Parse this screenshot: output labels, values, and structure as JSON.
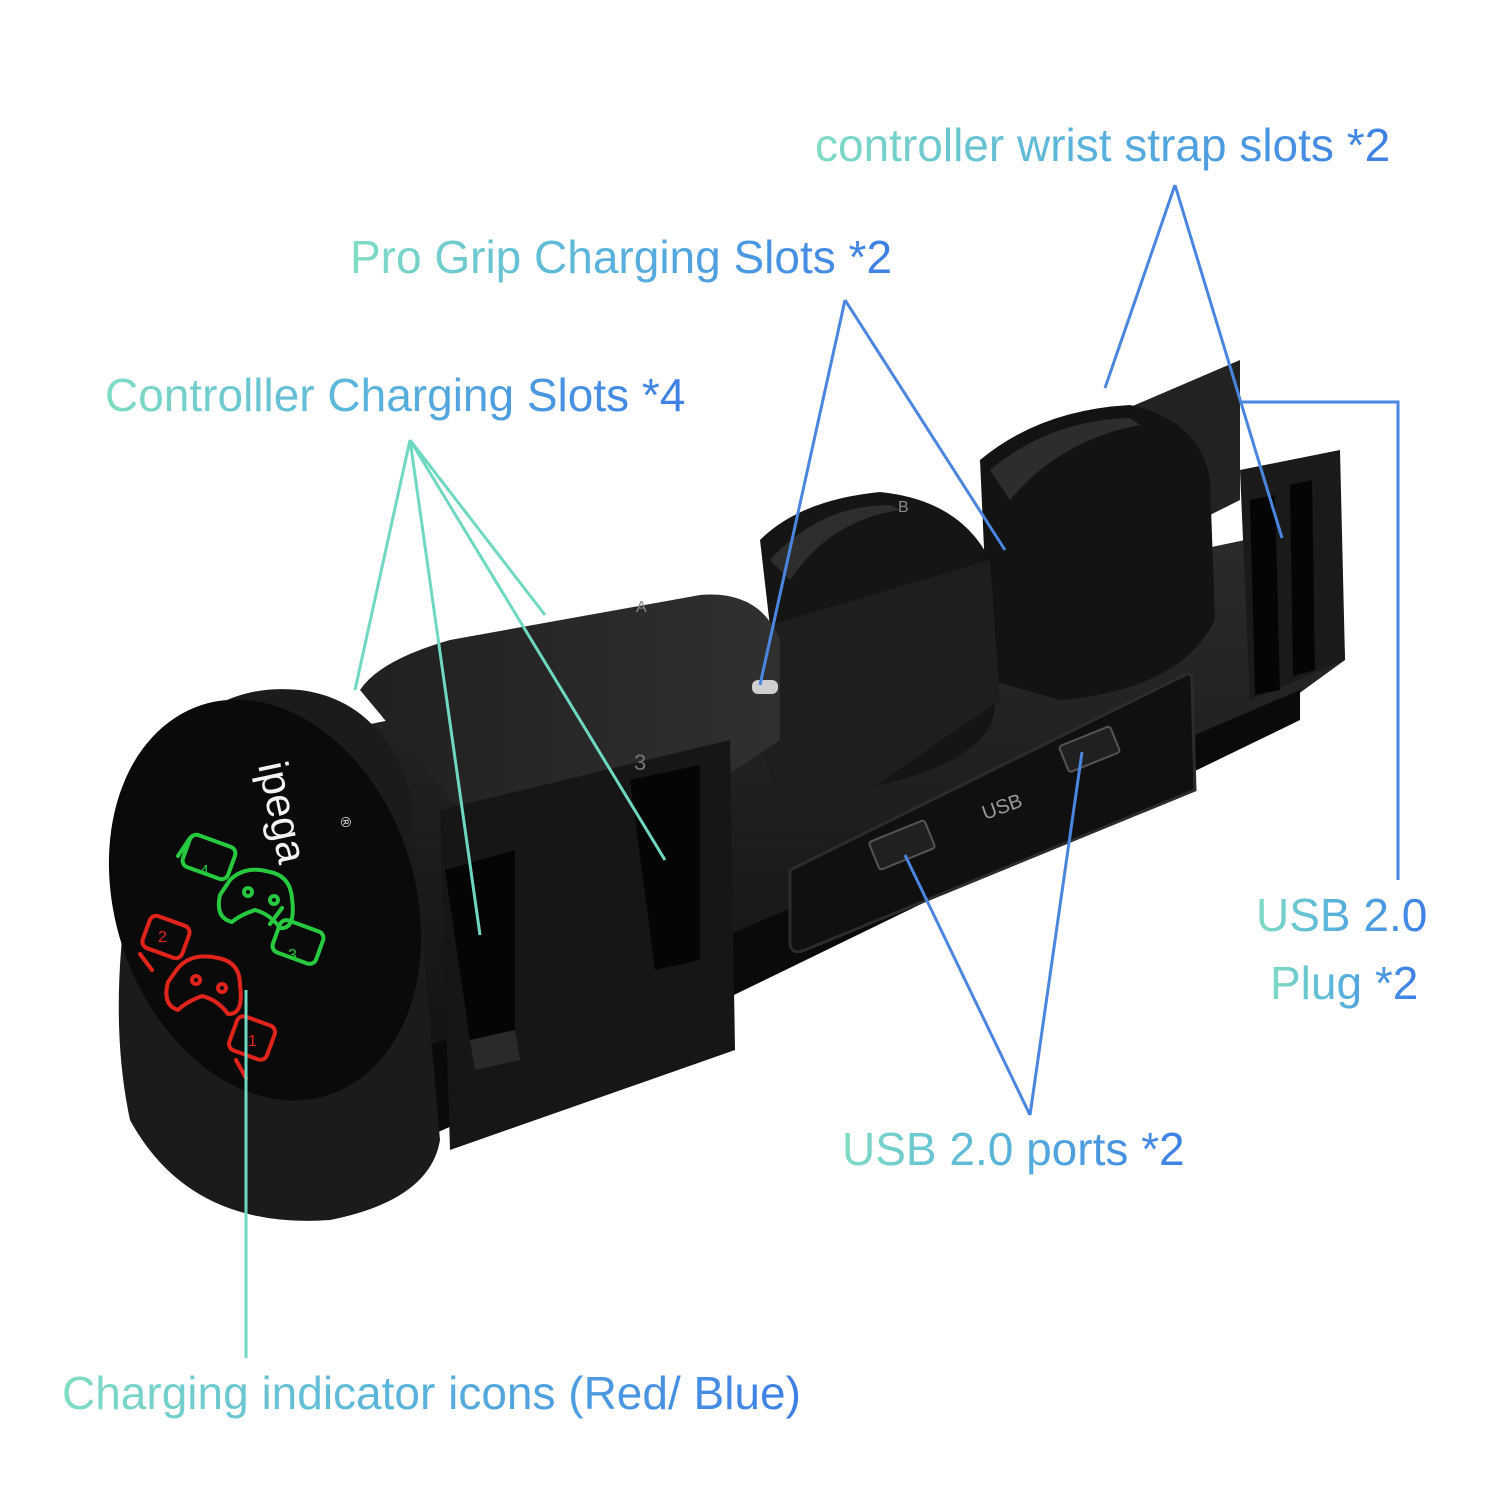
{
  "colors": {
    "label_gradient_start": "#7fdcc3",
    "label_gradient_end": "#3d7fe6",
    "leader_teal": "#6fd8c2",
    "leader_blue": "#4a86e0",
    "device_body": "#1c1c1c",
    "indicator_green": "#27c93f",
    "indicator_red": "#e0241b"
  },
  "callouts": {
    "wrist_strap": "controller wrist strap slots *2",
    "pro_grip": "Pro Grip Charging Slots *2",
    "controller_slots": "Controlller Charging Slots *4",
    "usb_plug_line1": "USB 2.0",
    "usb_plug_line2": "Plug *2",
    "usb_ports": "USB 2.0 ports *2",
    "indicator_icons": "Charging indicator icons (Red/ Blue)"
  },
  "device": {
    "brand": "ipega",
    "registered_mark": "®",
    "slot_a": "A",
    "slot_b": "B",
    "slot_3": "3",
    "usb_label": "USB",
    "indicators": [
      {
        "number": "4",
        "color": "green",
        "icon": "joycon-icon"
      },
      {
        "number": "",
        "color": "green",
        "icon": "pro-controller-icon"
      },
      {
        "number": "3",
        "color": "green",
        "icon": "joycon-icon"
      },
      {
        "number": "2",
        "color": "red",
        "icon": "joycon-icon"
      },
      {
        "number": "",
        "color": "red",
        "icon": "pro-controller-icon"
      },
      {
        "number": "1",
        "color": "red",
        "icon": "joycon-icon"
      }
    ]
  }
}
